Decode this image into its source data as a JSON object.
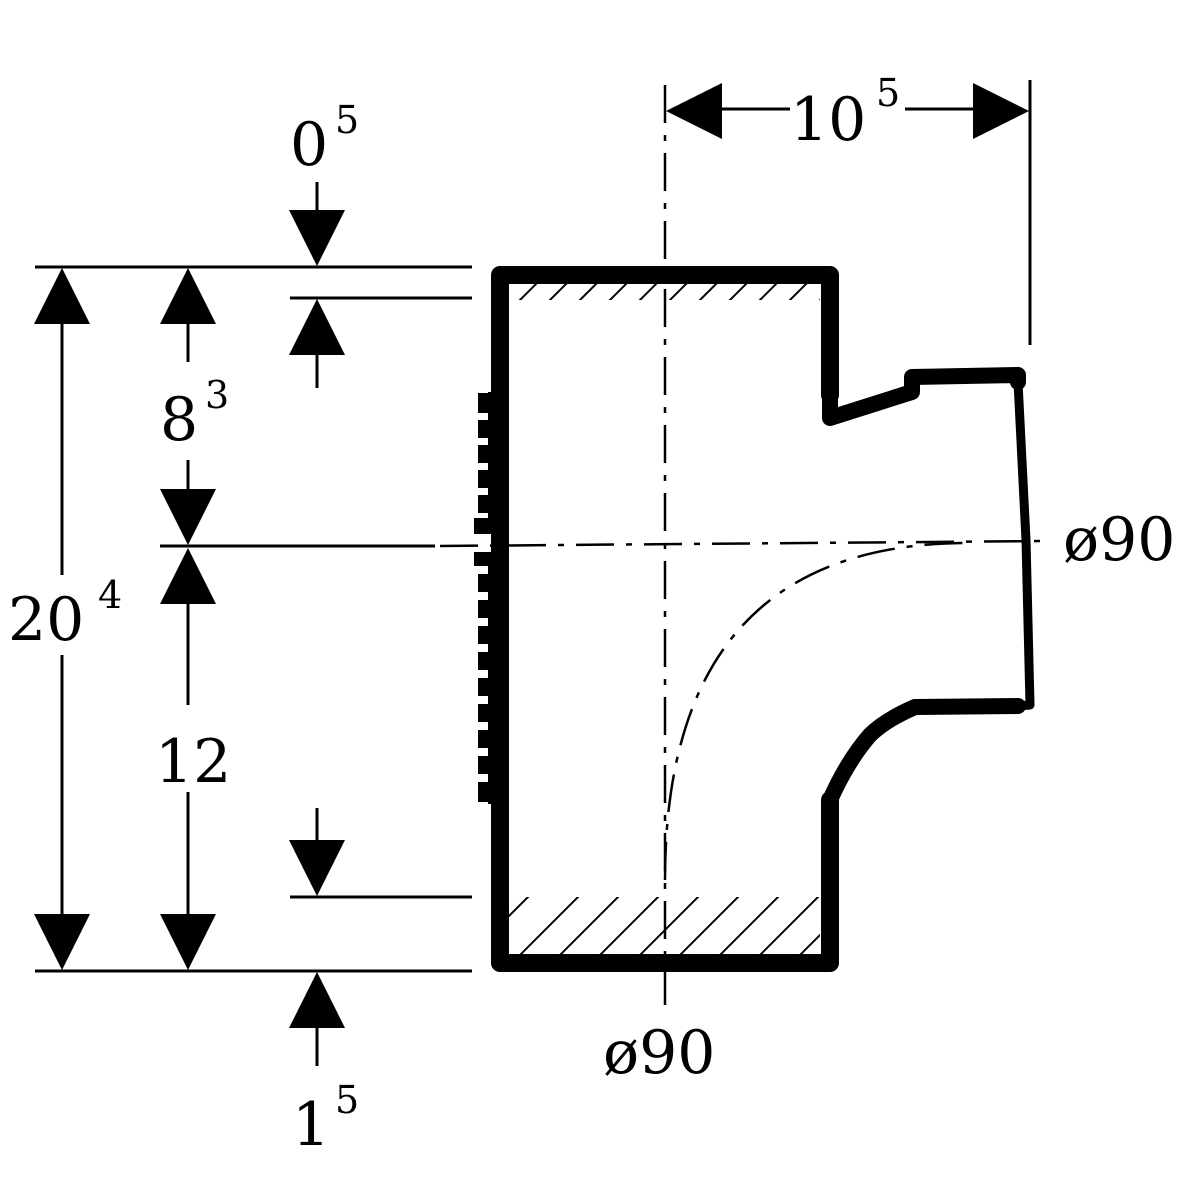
{
  "drawing": {
    "colors": {
      "ink": "#000000",
      "paper": "#ffffff"
    },
    "dimensions": {
      "top_gap": {
        "main": "0",
        "sup": "5"
      },
      "inner_depth": {
        "main": "8",
        "sup": "3"
      },
      "total_height": {
        "main": "20",
        "sup": "4"
      },
      "lower_depth": {
        "main": "12"
      },
      "bottom_gap": {
        "main": "1",
        "sup": "5"
      },
      "branch_offset": {
        "main": "10",
        "sup": "5"
      },
      "branch_diameter": "ø90",
      "main_diameter": "ø90"
    }
  }
}
